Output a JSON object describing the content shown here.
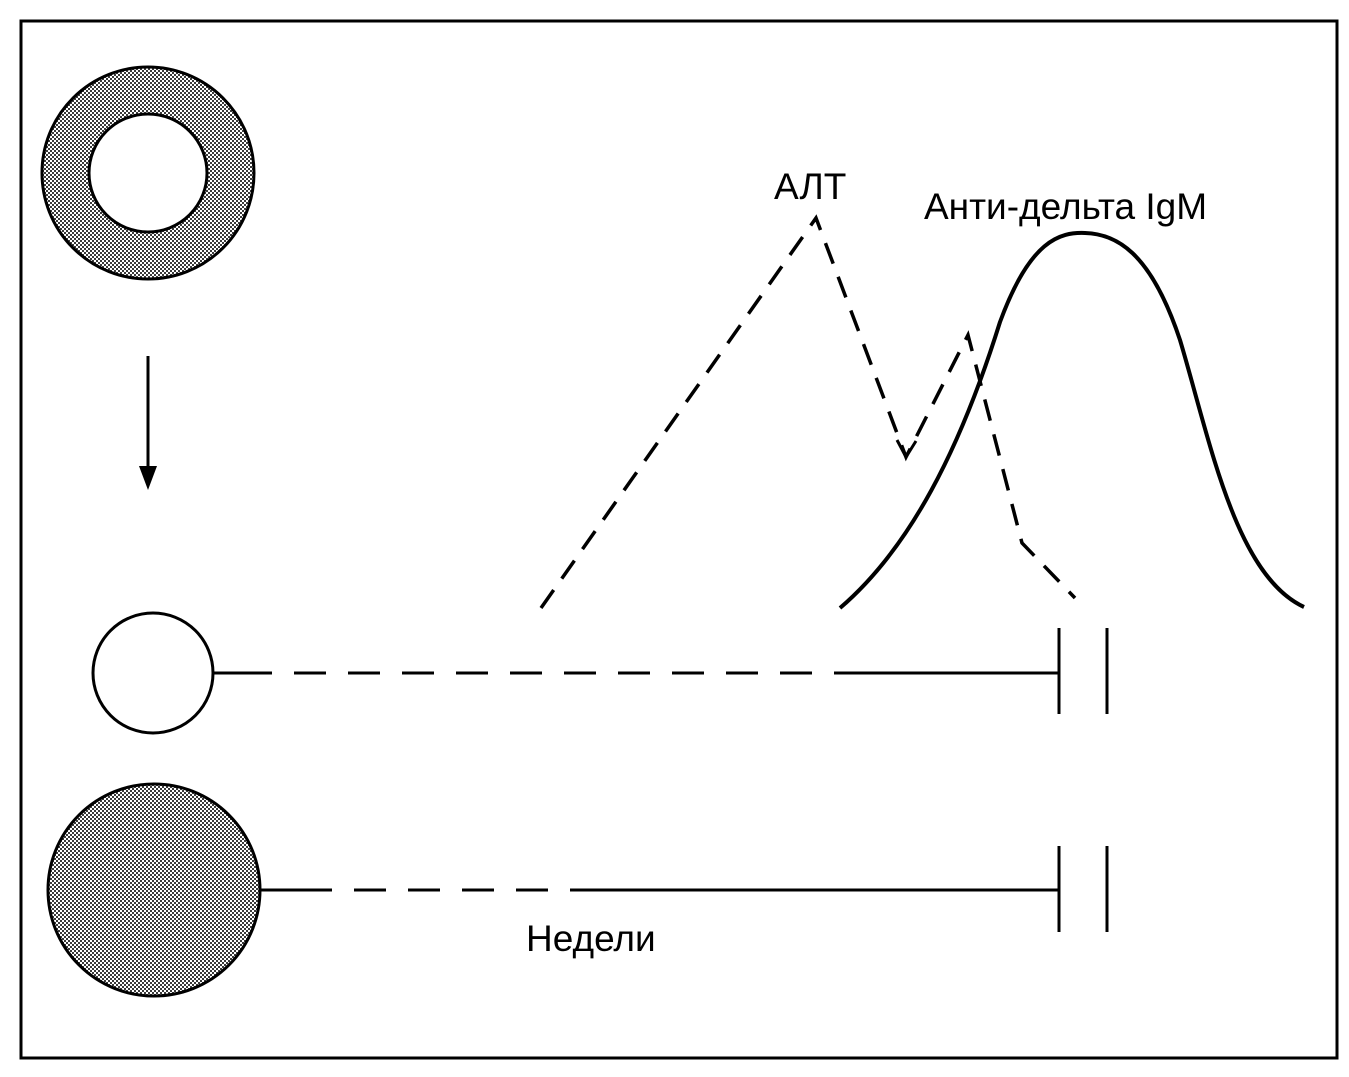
{
  "labels": {
    "alt": "АЛТ",
    "anti_delta_igm": "Анти-дельта IgM",
    "weeks": "Недели"
  },
  "colors": {
    "ink": "#000000",
    "shading": "#7a7a7a",
    "background": "#ffffff"
  },
  "icons": {
    "arrow": "arrow-down-icon",
    "particle_ring": "hdv-particle-ring-icon",
    "particle_open": "antigen-open-circle-icon",
    "particle_filled": "antigen-filled-circle-icon"
  }
}
